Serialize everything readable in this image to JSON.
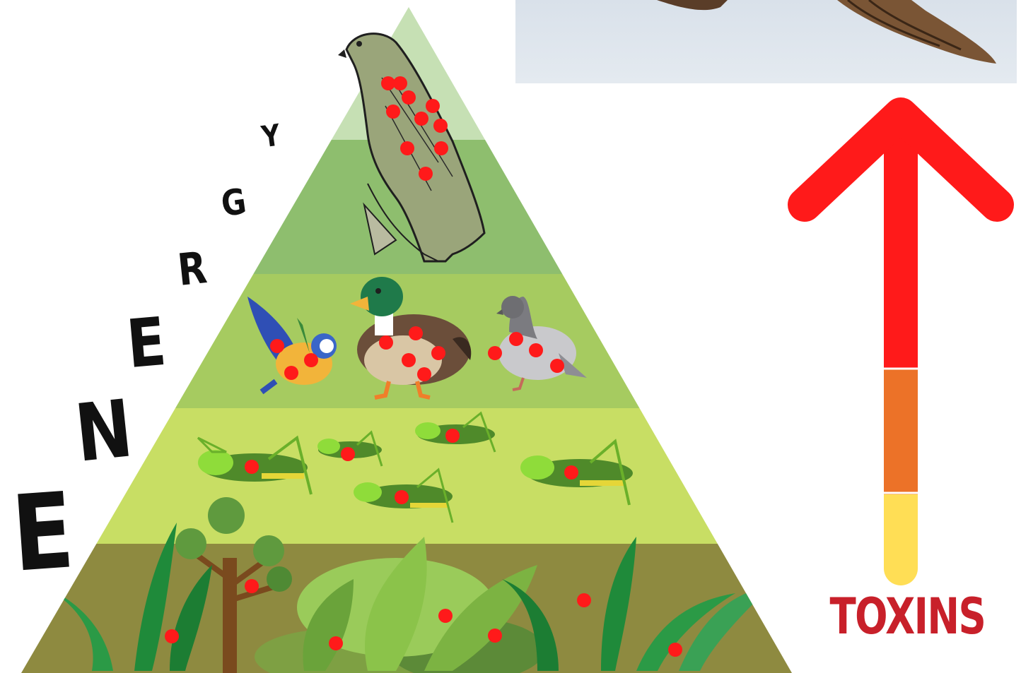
{
  "energy_word": [
    "E",
    "N",
    "E",
    "R",
    "G",
    "Y"
  ],
  "toxins_label": "TOXINS",
  "colors": {
    "tier_apex": "#c6e0b4",
    "tier_secondary": "#8ebe6e",
    "tier_primary": "#a6cb60",
    "tier_herbivore": "#c8de64",
    "tier_producer": "#8e8a40",
    "toxin_dot": "#ff1a1a",
    "arrow_red": "#ff1a1a",
    "arrow_orange": "#ec7228",
    "arrow_yellow": "#ffde55",
    "toxins_text": "#c8202a"
  },
  "levels": [
    {
      "icon": "falcon-icon",
      "toxin_dots": 10
    },
    {
      "icon": "small-birds-icon",
      "toxin_dots": 12
    },
    {
      "icon": "grasshopper-icon",
      "toxin_dots": 5
    },
    {
      "icon": "plant-icon",
      "toxin_dots": 7
    }
  ]
}
